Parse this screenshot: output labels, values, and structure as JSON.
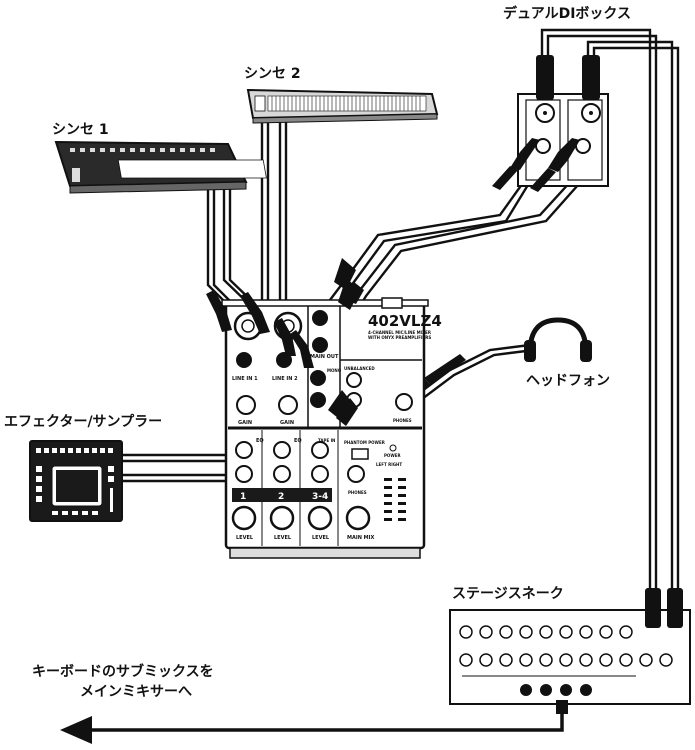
{
  "labels": {
    "synth1": "シンセ 1",
    "synth2": "シンセ 2",
    "di_box": "デュアルDIボックス",
    "headphones": "ヘッドフォン",
    "effector": "エフェクター/サンプラー",
    "stage_snake": "ステージスネーク",
    "output_line1": "キーボードのサブミックスを",
    "output_line2": "メインミキサーへ"
  },
  "mixer": {
    "model": "402VLZ4",
    "subtitle1": "4-CHANNEL MIC/LINE MIXER",
    "subtitle2": "WITH ONYX PREAMPLIFIERS",
    "ch_labels": [
      "1",
      "2",
      "3-4"
    ],
    "main_mix": "MAIN MIX",
    "level": "LEVEL",
    "gain": "GAIN",
    "eq": "EQ",
    "line_in1": "LINE IN 1",
    "line_in2": "LINE IN 2",
    "main_out": "MAIN OUT",
    "unbalanced": "UNBALANCED",
    "phones": "PHONES",
    "phantom": "PHANTOM POWER",
    "power": "POWER",
    "left_right": "LEFT  RIGHT",
    "mono": "MONO",
    "tape_in": "TAPE IN"
  },
  "colors": {
    "line": "#111111",
    "panel": "#ffffff",
    "device_dark": "#1a1a1a",
    "grey": "#c8c8c8"
  }
}
